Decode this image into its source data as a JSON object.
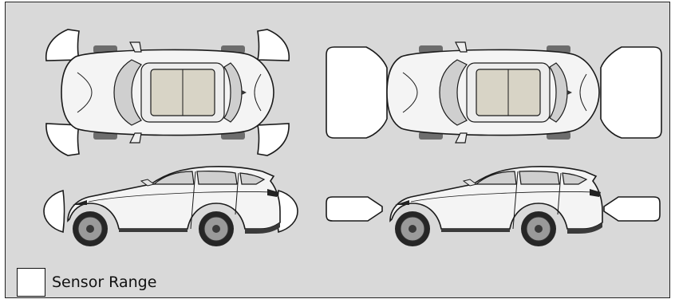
{
  "legend": {
    "label": "Sensor Range",
    "swatch_color": "#ffffff"
  },
  "colors": {
    "background": "#d9d9d9",
    "sensor_zone_fill": "#ffffff",
    "outline": "#1a1a1a",
    "car_body": "#f4f4f4",
    "sunroof": "#d8d4c6"
  },
  "diagrams": [
    {
      "view": "top",
      "zone_shape": "corner-sectors"
    },
    {
      "view": "top",
      "zone_shape": "front-rear-slabs"
    },
    {
      "view": "side",
      "zone_shape": "narrow-lobes"
    },
    {
      "view": "side",
      "zone_shape": "wide-arrows"
    }
  ]
}
